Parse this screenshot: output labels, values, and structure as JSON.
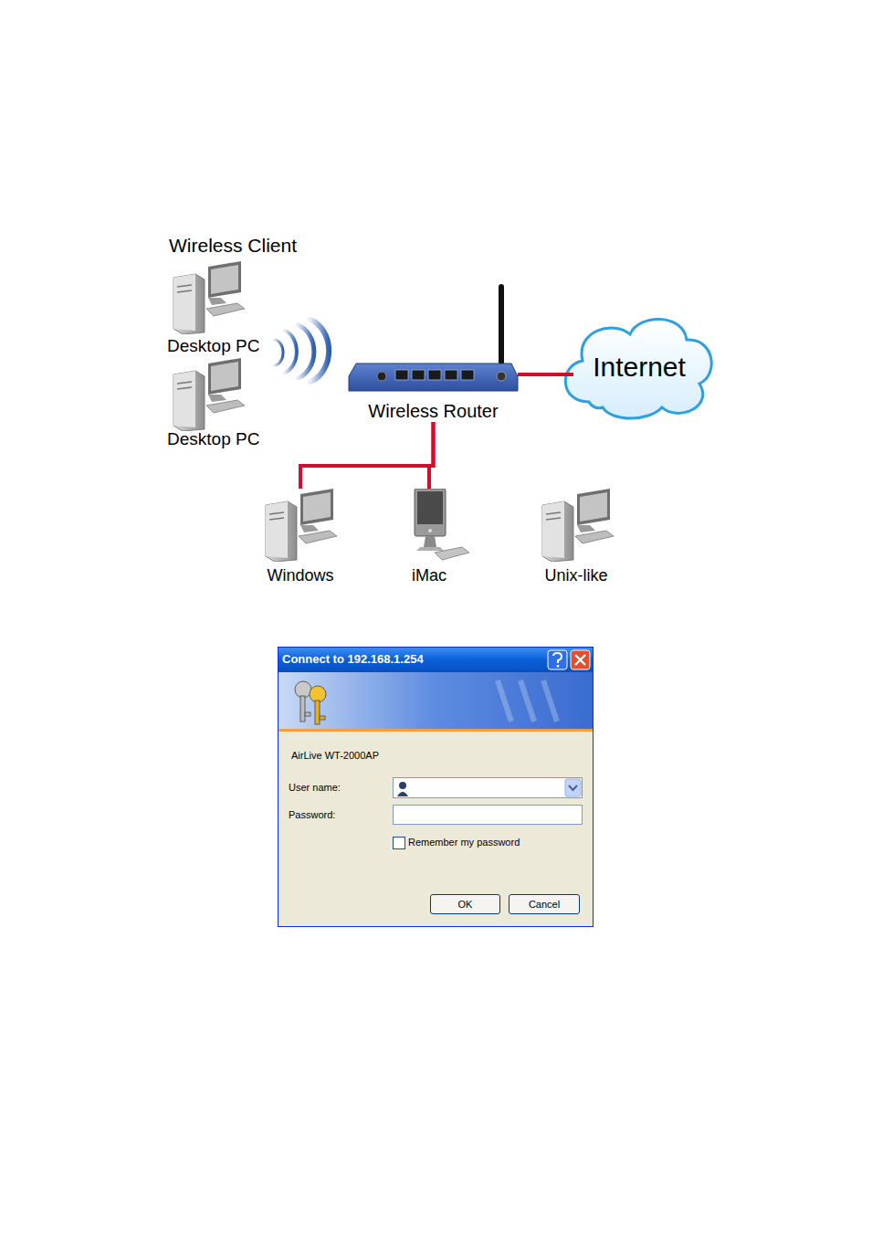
{
  "diagram": {
    "nodes": [
      {
        "text": [
          "Desktop PC"
        ]
      },
      {
        "text": [
          "Desktop PC"
        ]
      },
      {
        "text": [
          "Internet"
        ]
      },
      {
        "text": [
          "Wireless Router"
        ]
      },
      {
        "text": [
          "Windows"
        ]
      },
      {
        "text": [
          "iMac"
        ]
      },
      {
        "text": [
          "Unix-like"
        ]
      },
      {
        "text": [
          "Connect to 192.168.1.254"
        ]
      },
      {
        "text": [
          "OK"
        ],
        "in": 7
      },
      {
        "text": [
          "Cancel"
        ],
        "in": 7
      }
    ],
    "edges": [
      {
        "from": 3,
        "to": 2,
        "arrow": "none"
      },
      {
        "from": 3,
        "to": 4,
        "arrow": "none"
      },
      {
        "from": 3,
        "to": 5,
        "arrow": "none"
      },
      {
        "from": 3,
        "to": 6,
        "arrow": "none"
      }
    ],
    "labels": [
      "Wireless Client",
      "AirLive WT-2000AP",
      "User name:",
      "Password:",
      "Remember my password"
    ]
  }
}
